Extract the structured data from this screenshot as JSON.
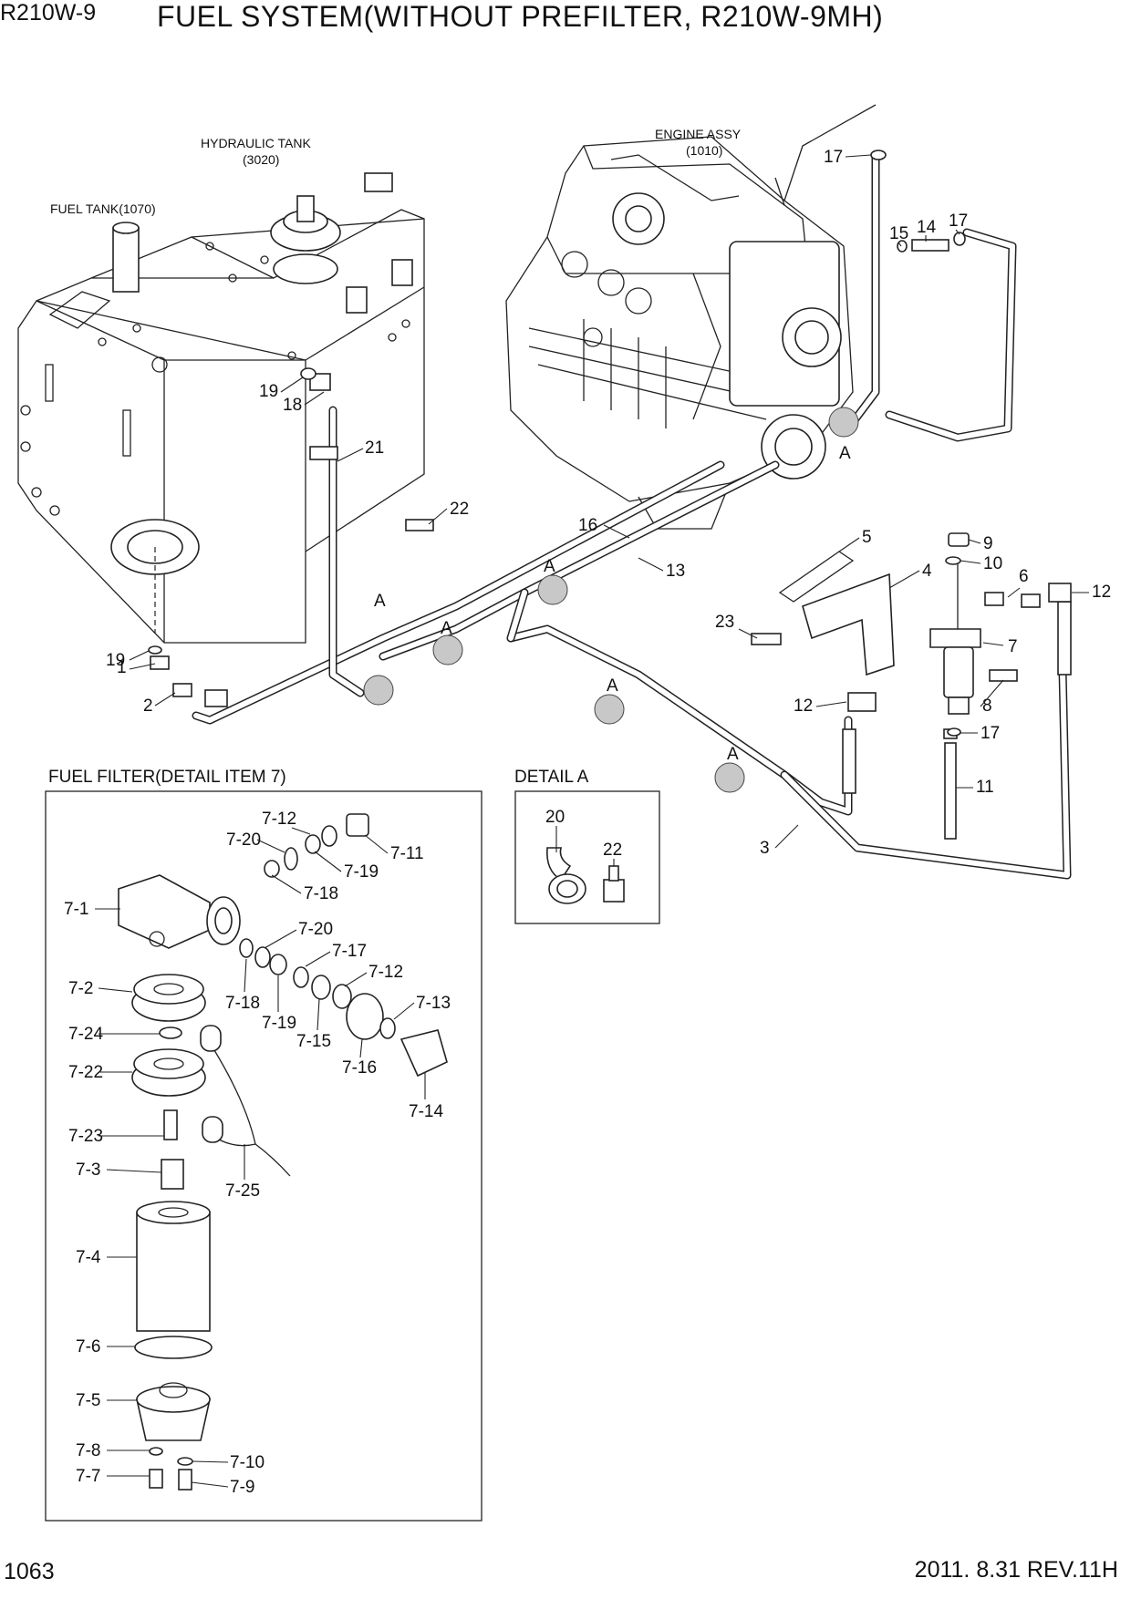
{
  "header": {
    "model": "R210W-9",
    "title": "FUEL SYSTEM(WITHOUT PREFILTER, R210W-9MH)"
  },
  "footer": {
    "page": "1063",
    "revision": "2011. 8.31 REV.11H"
  },
  "notes": {
    "hydraulic_tank": "HYDRAULIC TANK",
    "hydraulic_tank_code": "(3020)",
    "fuel_tank": "FUEL TANK(1070)",
    "engine": "ENGINE ASSY",
    "engine_code": "(1010)"
  },
  "sections": {
    "fuel_filter": "FUEL FILTER(DETAIL ITEM 7)",
    "detail_a": "DETAIL  A"
  },
  "callouts": {
    "c1": "1",
    "c2": "2",
    "c3": "3",
    "c4": "4",
    "c5": "5",
    "c6": "6",
    "c7": "7",
    "c8": "8",
    "c9": "9",
    "c10": "10",
    "c11": "11",
    "c12a": "12",
    "c12b": "12",
    "c13": "13",
    "c14": "14",
    "c15": "15",
    "c16": "16",
    "c17a": "17",
    "c17b": "17",
    "c17c": "17",
    "c18": "18",
    "c19a": "19",
    "c19b": "19",
    "c20": "20",
    "c21": "21",
    "c22a": "22",
    "c22b": "22",
    "c23": "23",
    "a1": "A",
    "a2": "A",
    "a3": "A",
    "a4": "A",
    "a5": "A",
    "a6": "A"
  },
  "filter_callouts": {
    "f1": "7-1",
    "f2": "7-2",
    "f3": "7-3",
    "f4": "7-4",
    "f5": "7-5",
    "f6": "7-6",
    "f7": "7-7",
    "f8": "7-8",
    "f9": "7-9",
    "f10": "7-10",
    "f11": "7-11",
    "f12a": "7-12",
    "f12b": "7-12",
    "f13": "7-13",
    "f14": "7-14",
    "f15": "7-15",
    "f16": "7-16",
    "f17": "7-17",
    "f18a": "7-18",
    "f18b": "7-18",
    "f19a": "7-19",
    "f19b": "7-19",
    "f20a": "7-20",
    "f20b": "7-20",
    "f22": "7-22",
    "f23": "7-23",
    "f24": "7-24",
    "f25": "7-25"
  }
}
